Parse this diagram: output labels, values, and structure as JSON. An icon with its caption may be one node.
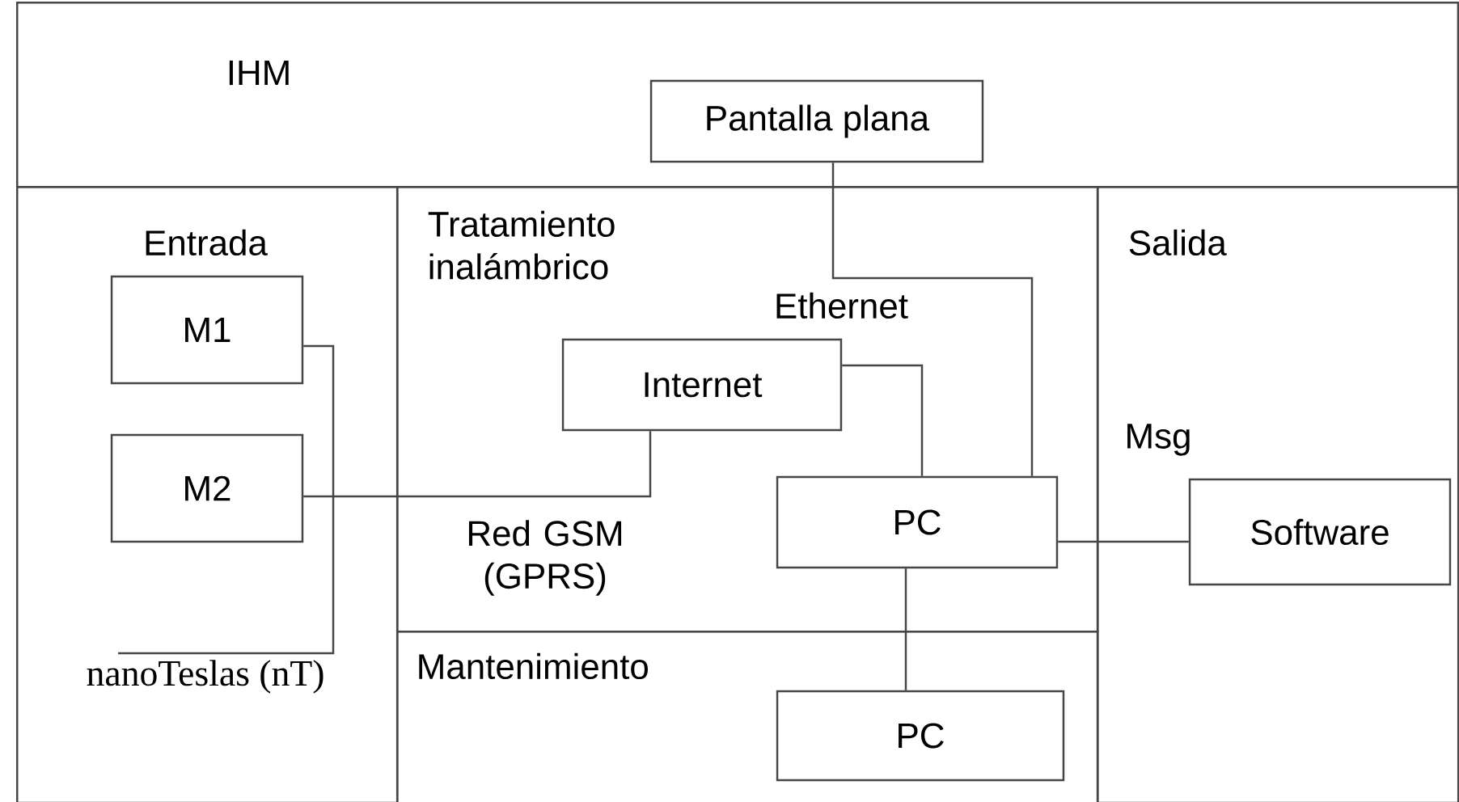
{
  "diagram": {
    "nodes": [
      {
        "text": [
          "IHM"
        ]
      },
      {
        "text": [
          "Pantalla plana"
        ],
        "in": 0
      },
      {
        "text": [
          "Entrada"
        ]
      },
      {
        "text": [
          "M1"
        ],
        "in": 2
      },
      {
        "text": [
          "M2"
        ],
        "in": 2
      },
      {
        "text": [
          "nanoTeslas (nT)"
        ],
        "in": 2
      },
      {
        "text": [
          "Tratamiento inalámbrico"
        ]
      },
      {
        "text": [
          "Internet"
        ],
        "in": 6
      },
      {
        "text": [
          "PC"
        ],
        "in": 6
      },
      {
        "text": [
          "Mantenimiento"
        ]
      },
      {
        "text": [
          "PC"
        ],
        "in": 9
      },
      {
        "text": [
          "Salida"
        ]
      },
      {
        "text": [
          "Software"
        ],
        "in": 11
      }
    ],
    "edges": [
      {
        "from": 1,
        "to": 8,
        "arrow": "none"
      },
      {
        "from": 7,
        "to": 8,
        "arrow": "none",
        "label": "Ethernet"
      },
      {
        "from": 4,
        "to": 7,
        "arrow": "none",
        "label": "Red GSM (GPRS)"
      },
      {
        "from": 8,
        "to": 12,
        "arrow": "none",
        "label": "Msg"
      },
      {
        "from": 8,
        "to": 10,
        "arrow": "none"
      },
      {
        "from": 3,
        "to": 5,
        "arrow": "none"
      }
    ]
  }
}
